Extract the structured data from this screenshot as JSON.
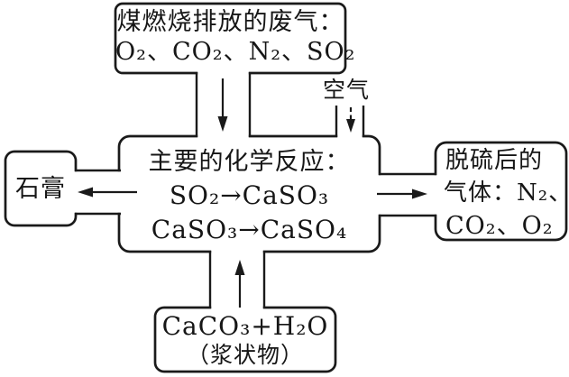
{
  "diagram": {
    "background_color": "#ffffff",
    "line_color": "#1a1a1a",
    "boxes": {
      "waste_gas": {
        "line1": "煤燃烧排放的废气：",
        "line2": "O₂、CO₂、N₂、SO₂"
      },
      "reactor": {
        "line1": "主要的化学反应：",
        "line2": "SO₂→CaSO₃",
        "line3": "CaSO₃→CaSO₄"
      },
      "gypsum": {
        "label": "石膏"
      },
      "clean_gas": {
        "line1": "脱硫后的",
        "line2": "气体：N₂、",
        "line3": "CO₂、O₂"
      },
      "slurry": {
        "line1": "CaCO₃+H₂O",
        "line2": "（浆状物）"
      }
    },
    "labels": {
      "air": "空气"
    },
    "arrows": [
      {
        "name": "waste-gas-to-reactor",
        "direction": "down",
        "style": "solid"
      },
      {
        "name": "air-to-reactor",
        "direction": "down",
        "style": "dashed"
      },
      {
        "name": "reactor-to-gypsum",
        "direction": "left",
        "style": "solid"
      },
      {
        "name": "reactor-to-clean-gas",
        "direction": "right",
        "style": "solid"
      },
      {
        "name": "slurry-to-reactor",
        "direction": "up",
        "style": "solid"
      }
    ]
  }
}
